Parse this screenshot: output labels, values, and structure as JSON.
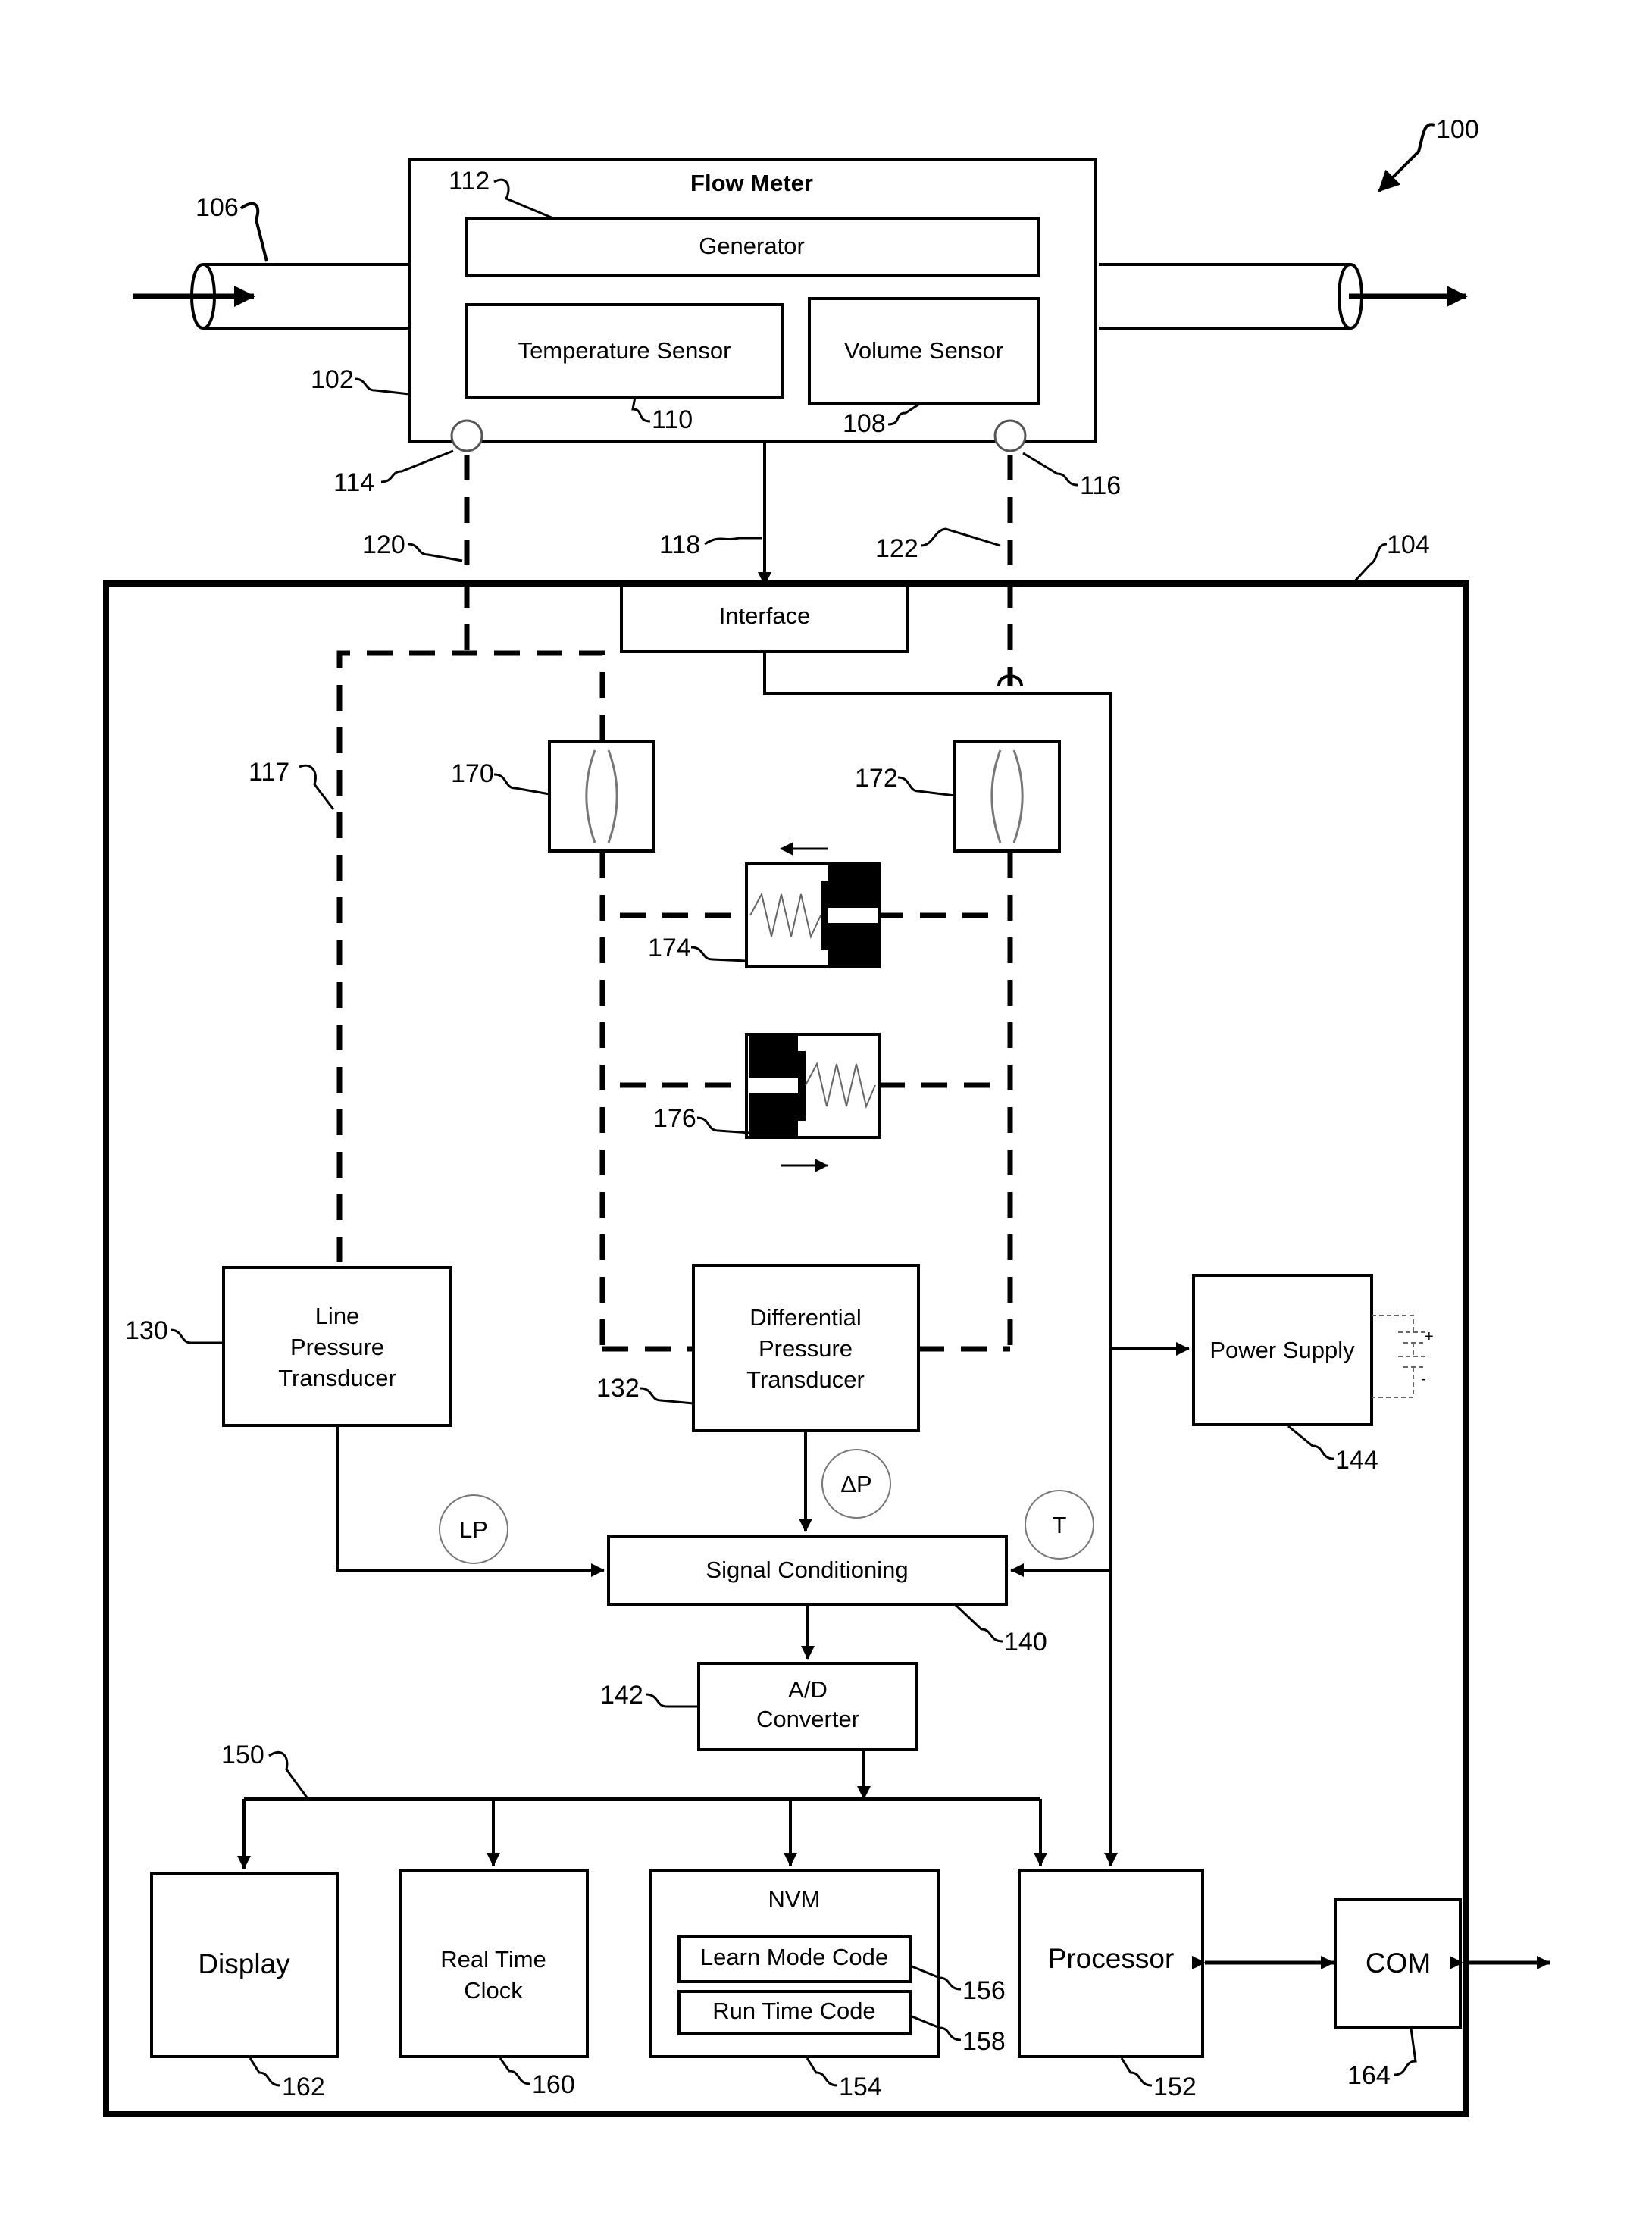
{
  "figure_ref": "100",
  "flow_meter": {
    "ref": "102",
    "title": "Flow Meter",
    "generator": {
      "ref": "112",
      "label": "Generator"
    },
    "temperature_sensor": {
      "ref": "110",
      "label": "Temperature Sensor"
    },
    "volume_sensor": {
      "ref": "108",
      "label": "Volume Sensor"
    },
    "pipe_ref": "106",
    "port_left_ref": "114",
    "port_right_ref": "116"
  },
  "lines": {
    "left_tube_ref": "120",
    "interface_line_ref": "118",
    "right_tube_ref": "122",
    "pressure_path_ref": "117",
    "bus_ref": "150"
  },
  "device": {
    "ref": "104",
    "interface": "Interface",
    "line_pressure_transducer": {
      "ref": "130",
      "lines": [
        "Line",
        "Pressure",
        "Transducer"
      ]
    },
    "differential_pressure_transducer": {
      "ref": "132",
      "lines": [
        "Differential",
        "Pressure",
        "Transducer"
      ]
    },
    "power_supply": {
      "ref": "144",
      "label": "Power Supply",
      "plus": "+",
      "minus": "-"
    },
    "signal_conditioning": {
      "ref": "140",
      "label": "Signal Conditioning"
    },
    "ad_converter": {
      "ref": "142",
      "lines": [
        "A/D",
        "Converter"
      ]
    },
    "display": {
      "ref": "162",
      "label": "Display"
    },
    "real_time_clock": {
      "ref": "160",
      "lines": [
        "Real Time",
        "Clock"
      ]
    },
    "nvm": {
      "ref": "154",
      "label": "NVM",
      "learn_mode": {
        "ref": "156",
        "label": "Learn Mode Code"
      },
      "run_time": {
        "ref": "158",
        "label": "Run Time Code"
      }
    },
    "processor": {
      "ref": "152",
      "label": "Processor"
    },
    "com": {
      "ref": "164",
      "label": "COM"
    },
    "valve_left_ref": "170",
    "valve_right_ref": "172",
    "piston_top_ref": "174",
    "piston_bottom_ref": "176",
    "signals": {
      "lp": "LP",
      "dp": "ΔP",
      "t": "T"
    }
  }
}
